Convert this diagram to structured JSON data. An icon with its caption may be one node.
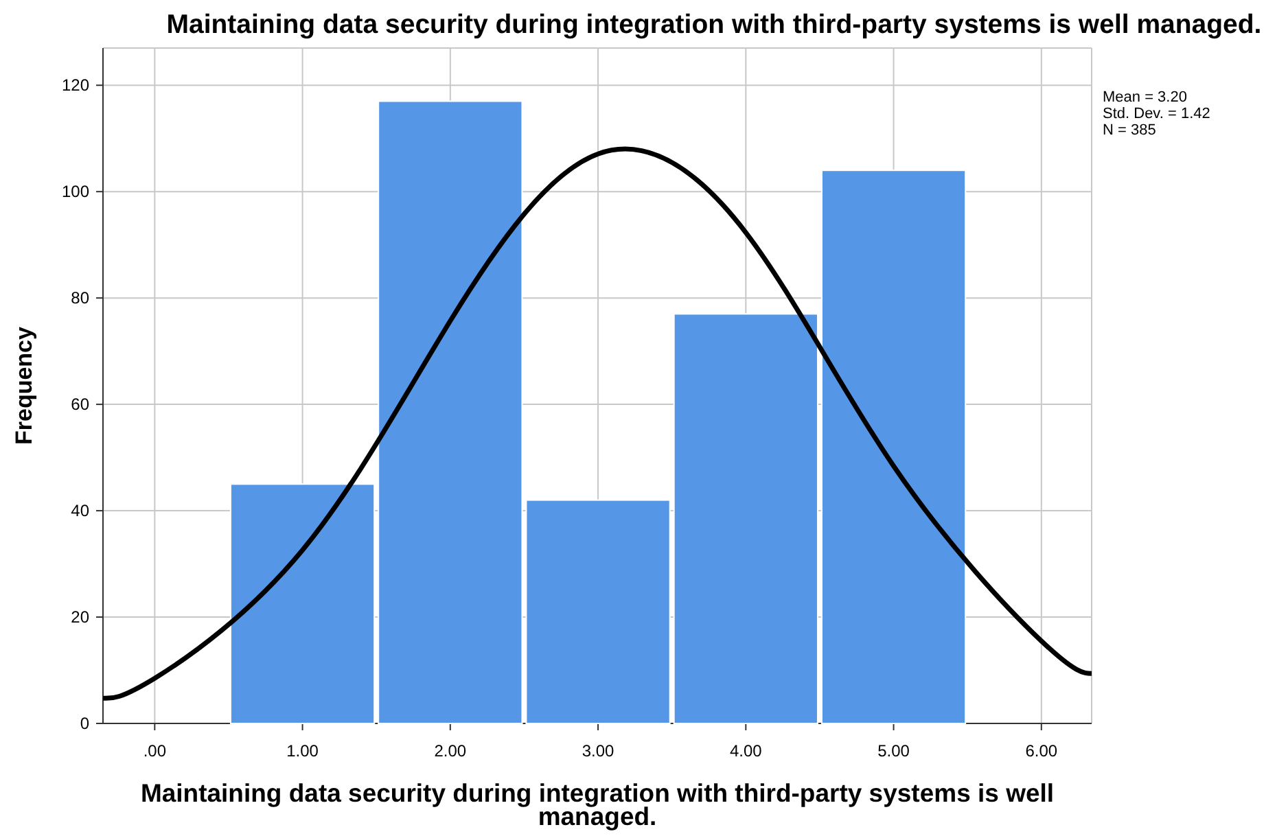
{
  "diagram": {
    "labels": [
      "Mean = 3.20",
      "Std. Dev. = 1.42",
      "N = 385"
    ],
    "chart_data": {
      "type": "bar",
      "title": "Maintaining data security during integration with third-party systems is well managed.",
      "xlabel": "Maintaining data security during integration with third-party systems is well managed.",
      "ylabel": "Frequency",
      "x": [
        -0.35,
        0,
        1,
        2,
        3,
        4,
        5,
        6,
        6.34
      ],
      "series": [
        {
          "type": "bar",
          "color": "#5596e6",
          "values": [
            null,
            null,
            45,
            117,
            42,
            77,
            104,
            null,
            null
          ]
        },
        {
          "type": "line",
          "color": "#000000",
          "values": [
            4.75,
            8.5,
            32.6,
            75.7,
            107.1,
            92.3,
            48.4,
            15.5,
            9.4
          ]
        }
      ],
      "xlim": [
        -0.35,
        6.34
      ],
      "ylim": [
        0,
        127
      ],
      "xticks": [
        {
          "value": 0,
          "label": ".00"
        },
        {
          "value": 1,
          "label": "1.00"
        },
        {
          "value": 2,
          "label": "2.00"
        },
        {
          "value": 3,
          "label": "3.00"
        },
        {
          "value": 4,
          "label": "4.00"
        },
        {
          "value": 5,
          "label": "5.00"
        },
        {
          "value": 6,
          "label": "6.00"
        }
      ],
      "yticks": [
        0,
        20,
        40,
        60,
        80,
        100,
        120
      ],
      "grid": true
    }
  }
}
